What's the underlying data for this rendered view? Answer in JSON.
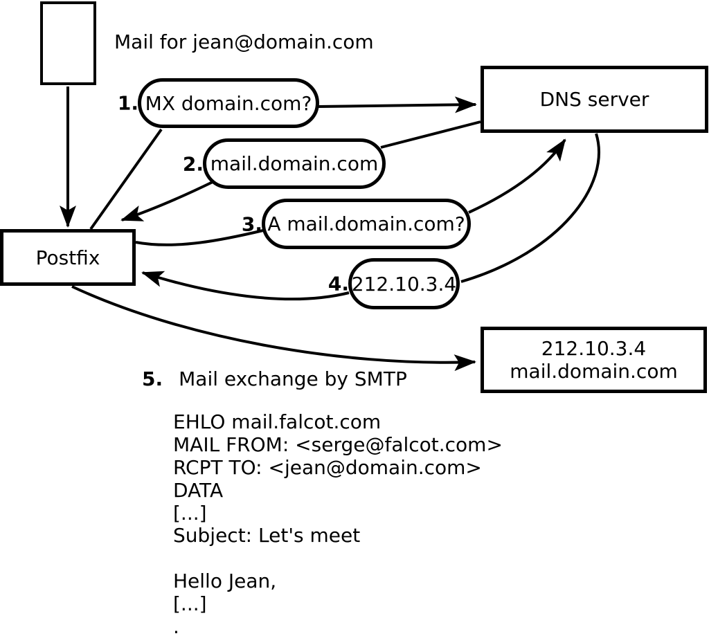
{
  "labels": {
    "mail_for": "Mail for jean@domain.com",
    "step5_num": "5.",
    "step5_text": "Mail exchange by SMTP"
  },
  "nodes": {
    "postfix": "Postfix",
    "dns": "DNS server",
    "mailserver_line1": "212.10.3.4",
    "mailserver_line2": "mail.domain.com"
  },
  "steps": [
    {
      "num": "1.",
      "label": "MX domain.com?"
    },
    {
      "num": "2.",
      "label": "mail.domain.com"
    },
    {
      "num": "3.",
      "label": "A mail.domain.com?"
    },
    {
      "num": "4.",
      "label": "212.10.3.4"
    }
  ],
  "smtp_session": [
    "EHLO mail.falcot.com",
    "MAIL FROM: <serge@falcot.com>",
    "RCPT TO: <jean@domain.com>",
    "DATA",
    "[...]",
    "Subject: Let's meet",
    "",
    "Hello Jean,",
    "[...]",
    "."
  ],
  "colors": {
    "line": "#000000",
    "background": "#ffffff"
  }
}
